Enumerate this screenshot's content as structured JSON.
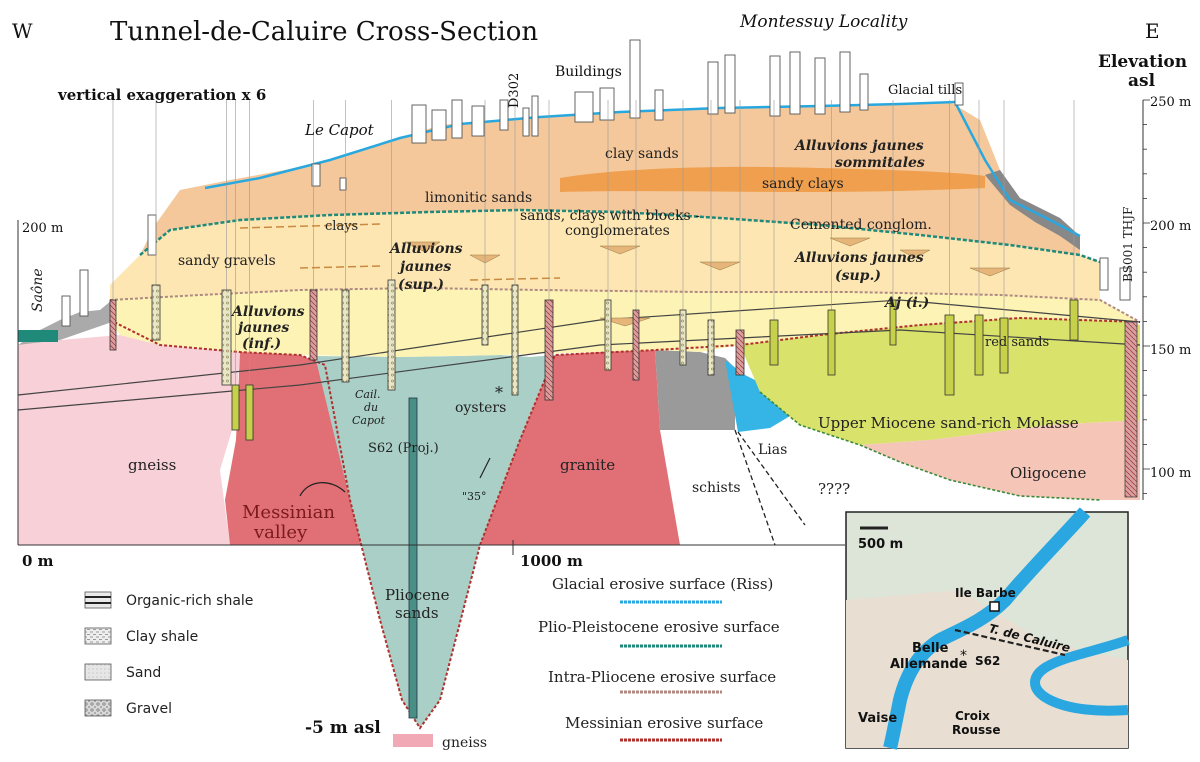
{
  "header": {
    "west": "W",
    "east": "E",
    "title": "Tunnel-de-Caluire Cross-Section",
    "locality": "Montessuy Locality",
    "exaggeration": "vertical exaggeration x 6",
    "elevation_line1": "Elevation",
    "elevation_line2": "asl"
  },
  "axis": {
    "right_ticks": [
      "250 m",
      "200 m",
      "150 m",
      "100 m"
    ],
    "left_tick": "200 m",
    "x_start": "0 m",
    "x_mid": "1000 m",
    "bottom_depth": "-5 m asl"
  },
  "labels": {
    "le_capot": "Le Capot",
    "d302": "D302",
    "buildings": "Buildings",
    "glacial_tills": "Glacial tills",
    "clay_sands": "clay sands",
    "aj_sommitales_1": "Alluvions jaunes",
    "aj_sommitales_2": "sommitales",
    "sandy_clays": "sandy clays",
    "limonitic_sands": "limonitic sands",
    "sands_clays_1": "sands, clays with blocks -",
    "sands_clays_2": "conglomerates",
    "clays": "clays",
    "cemented": "Cemented conglom.",
    "sandy_gravels": "sandy gravels",
    "aj_sup_center_1": "Alluvions",
    "aj_sup_center_2": "jaunes",
    "aj_sup_center_3": "(sup.)",
    "aj_sup_right_1": "Alluvions jaunes",
    "aj_sup_right_2": "(sup.)",
    "aj_inf_1": "Alluvions",
    "aj_inf_2": "jaunes",
    "aj_inf_3": "(inf.)",
    "aj_i": "Aj (i.)",
    "red_sands": "red sands",
    "saone": "Saône",
    "bs001": "BS001 THJF",
    "gneiss": "gneiss",
    "gneiss_bottom": "gneiss",
    "messinian_1": "Messinian",
    "messinian_2": "valley",
    "cail_1": "Cail.",
    "cail_2": "du",
    "cail_3": "Capot",
    "oysters": "oysters",
    "s62_proj": "S62  (Proj.)",
    "dip": "\"35°",
    "pliocene_1": "Pliocene",
    "pliocene_2": "sands",
    "granite": "granite",
    "schists": "schists",
    "lias": "Lias",
    "unknown": "????",
    "molasse": "Upper Miocene sand-rich Molasse",
    "oligocene": "Oligocene"
  },
  "legend_lithology": [
    {
      "label": "Organic-rich shale",
      "pattern": "organic"
    },
    {
      "label": "Clay shale",
      "pattern": "clay"
    },
    {
      "label": "Sand",
      "pattern": "sand"
    },
    {
      "label": "Gravel",
      "pattern": "gravel"
    }
  ],
  "legend_surfaces": [
    {
      "label": "Glacial erosive surface (Riss)",
      "color": "#29a8e0"
    },
    {
      "label": "Plio-Pleistocene erosive surface",
      "color": "#1f8a7a"
    },
    {
      "label": "Intra-Pliocene erosive surface",
      "color": "#b08a82"
    },
    {
      "label": "Messinian erosive surface",
      "color": "#b0302e"
    }
  ],
  "inset_map": {
    "scale": "500 m",
    "ile_barbe": "Ile Barbe",
    "tunnel": "T. de Caluire",
    "belle_1": "Belle",
    "belle_2": "Allemande",
    "s62": "S62",
    "vaise": "Vaise",
    "croix_1": "Croix",
    "croix_2": "Rousse"
  },
  "colors": {
    "top_alluvium": "#f4c89a",
    "sandy_clays_band": "#ee9a45",
    "alluvions_sup": "#fde6b2",
    "alluvions_inf": "#fcf3b4",
    "gneiss": "#f8d0d7",
    "granite": "#e07075",
    "pliocene": "#a9cfc6",
    "schists": "#9a9a9a",
    "lias": "#35b5e5",
    "molasse": "#d9e26a",
    "oligocene": "#f5c6b8",
    "till": "#888888",
    "river": "#2aa7e0"
  }
}
